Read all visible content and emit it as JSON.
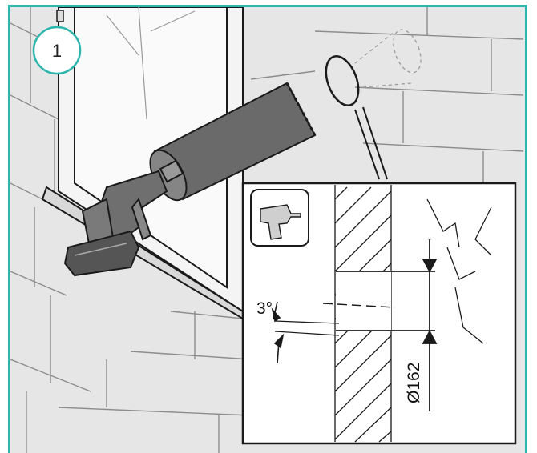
{
  "step": {
    "number": "1"
  },
  "detail": {
    "angle_label": "3°",
    "diameter_label": "Ø162",
    "tool_icon": "cordless-drill-icon"
  },
  "colors": {
    "frame": "#2bb5ad",
    "wall": "#e6e6e6",
    "line": "#1a1a1a"
  }
}
